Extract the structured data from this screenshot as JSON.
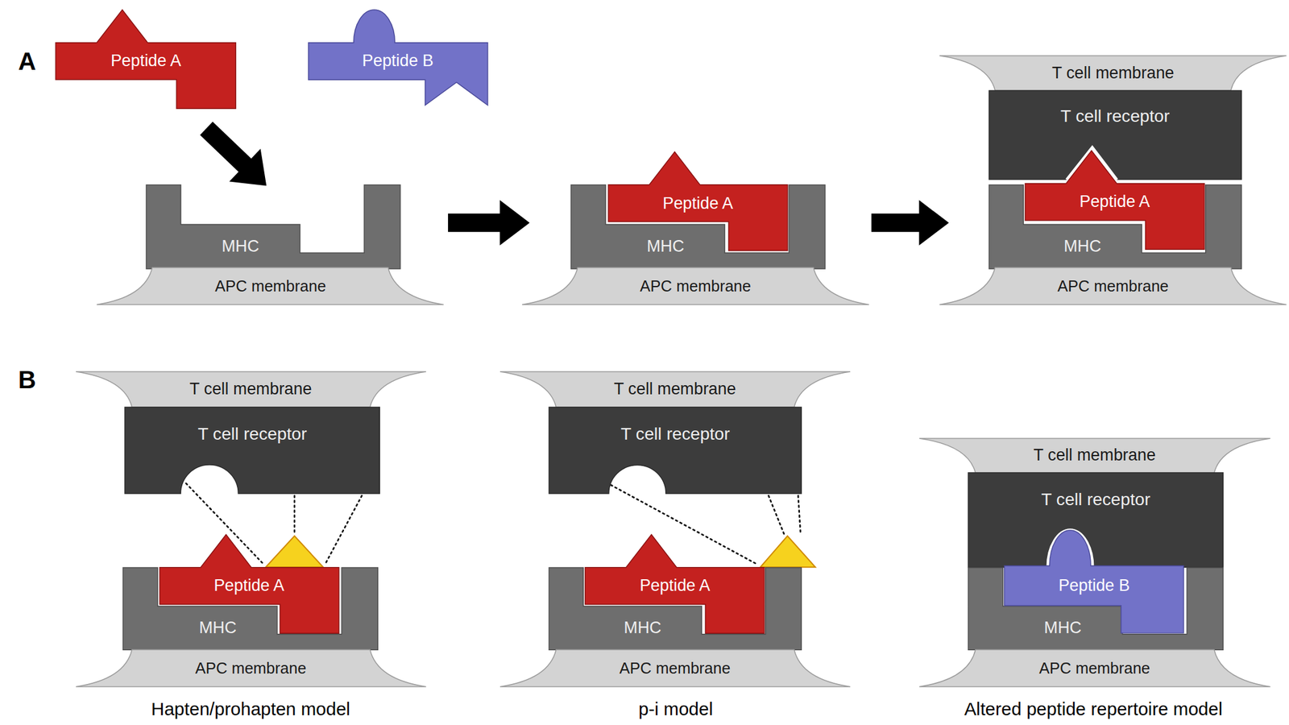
{
  "diagram": {
    "nodes": [
      {
        "text": [
          "Peptide A"
        ]
      },
      {
        "text": [
          "Peptide B"
        ]
      },
      {
        "text": [
          "MHC"
        ]
      },
      {
        "text": [
          "APC membrane"
        ]
      },
      {
        "text": [
          "Peptide A"
        ]
      },
      {
        "text": [
          "MHC"
        ]
      },
      {
        "text": [
          "APC membrane"
        ]
      },
      {
        "text": [
          "T cell membrane"
        ]
      },
      {
        "text": [
          "T cell receptor"
        ]
      },
      {
        "text": [
          "Peptide A"
        ]
      },
      {
        "text": [
          "MHC"
        ]
      },
      {
        "text": [
          "APC membrane"
        ]
      },
      {
        "text": [
          "T cell membrane"
        ]
      },
      {
        "text": [
          "T cell receptor"
        ]
      },
      {
        "text": [
          "Peptide A"
        ]
      },
      {
        "text": [
          "MHC"
        ]
      },
      {
        "text": [
          "APC membrane"
        ]
      },
      {
        "text": [
          "T cell membrane"
        ]
      },
      {
        "text": [
          "T cell receptor"
        ]
      },
      {
        "text": [
          "Peptide A"
        ]
      },
      {
        "text": [
          "MHC"
        ]
      },
      {
        "text": [
          "APC membrane"
        ]
      },
      {
        "text": [
          "T cell membrane"
        ]
      },
      {
        "text": [
          "T cell receptor"
        ]
      },
      {
        "text": [
          "Peptide B"
        ]
      },
      {
        "text": [
          "MHC"
        ]
      },
      {
        "text": [
          "APC membrane"
        ]
      }
    ],
    "edges": [
      {
        "from": 0,
        "to": 2,
        "arrow": "to"
      },
      {
        "from": 2,
        "to": 5,
        "arrow": "to"
      },
      {
        "from": 5,
        "to": 10,
        "arrow": "to"
      }
    ],
    "labels": [
      "A",
      "B",
      "Hapten/prohapten model",
      "p-i model",
      "Altered peptide repertoire model"
    ]
  }
}
